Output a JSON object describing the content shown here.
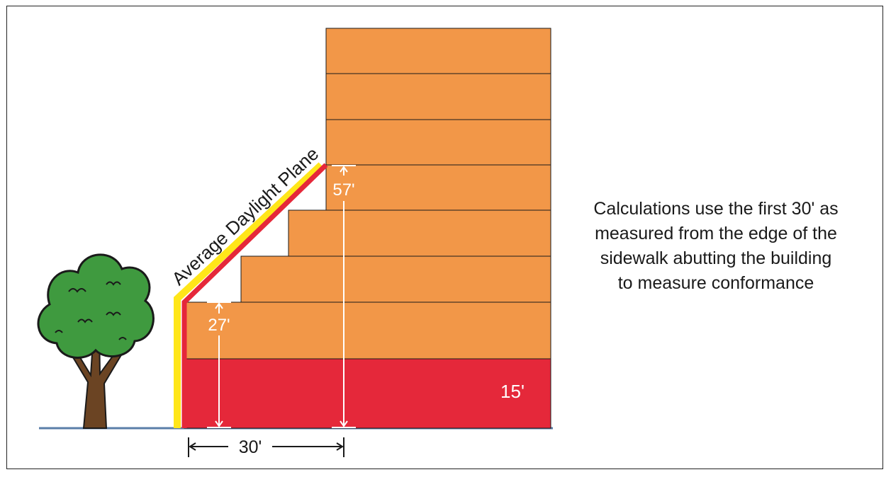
{
  "diagram": {
    "plane_label": "Average Daylight Plane",
    "dimension_57": "57'",
    "dimension_27": "27'",
    "dimension_15": "15'",
    "dimension_30": "30'",
    "caption_lines": [
      "Calculations use the first 30' as",
      "measured from the edge of the",
      "sidewalk abutting the building",
      "to measure conformance"
    ],
    "colors": {
      "building_upper": "#f29748",
      "building_base": "#e5283a",
      "plane_red": "#e5283a",
      "plane_yellow": "#ffe619",
      "ground": "#5a7ea8",
      "tree_foliage": "#3f9a3f",
      "tree_trunk": "#6b4423"
    }
  }
}
